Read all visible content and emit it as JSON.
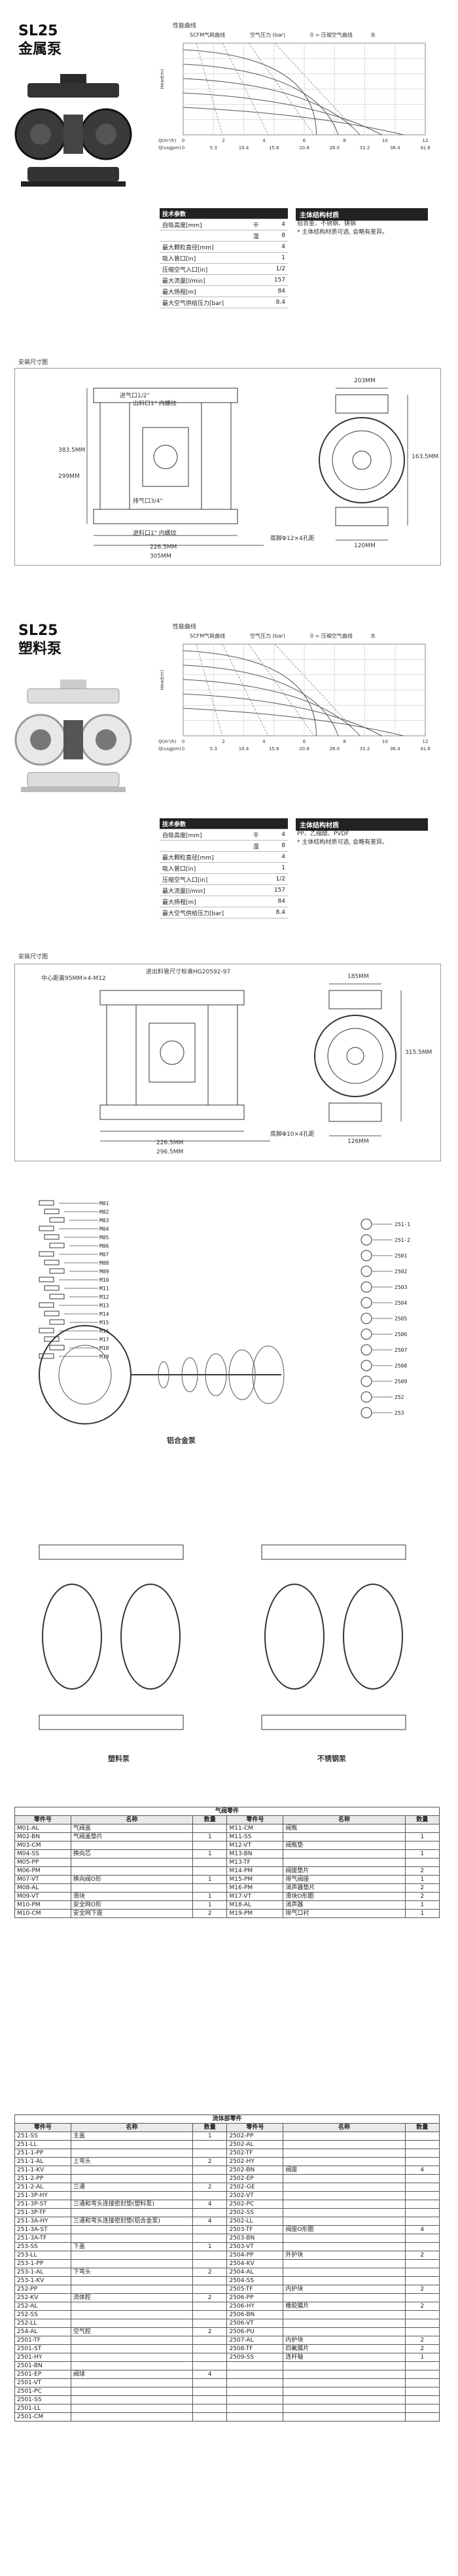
{
  "metal": {
    "model": "SL25",
    "name": "金属泵",
    "chart": {
      "title": "性能曲线",
      "legend": [
        "SCFM气耗曲线",
        "空气压力 (bar)",
        "0 = 压缩空气曲线",
        "水"
      ],
      "xlabel_top": "Q(m³/h)",
      "xlabel_bot": "Q(usgpm)",
      "x_ticks_top": [
        "0",
        "2",
        "4",
        "6",
        "8",
        "10",
        "12"
      ],
      "x_ticks_bot": [
        "0",
        "5.3",
        "10.4",
        "15.6",
        "20.8",
        "26.0",
        "31.2",
        "36.4",
        "41.6"
      ],
      "ylabel": "Head(m)"
    },
    "spec_title": "技术参数",
    "specs": [
      [
        "自吸高度[mm]",
        "干",
        "4"
      ],
      [
        "",
        "湿",
        "8"
      ],
      [
        "最大颗粒直径[mm]",
        "",
        "4"
      ],
      [
        "吸入管口[in]",
        "",
        "1"
      ],
      [
        "压缩空气入口[in]",
        "",
        "1/2"
      ],
      [
        "最大流量[l/min]",
        "",
        "157"
      ],
      [
        "最大扬程[m]",
        "",
        "84"
      ],
      [
        "最大空气供给压力[bar]",
        "",
        "8.4"
      ]
    ],
    "mat_title": "主体结构材质",
    "mat_text": [
      "铝合金、不锈钢、铸钢",
      "* 主体结构材质可选, 会略有差异。"
    ],
    "install_title": "安装尺寸图",
    "dims": [
      "299MM",
      "383.5MM",
      "163.5MM",
      "203MM",
      "226.5MM",
      "305MM",
      "120MM",
      "底脚Φ12×4孔距",
      "进气口1/2\"",
      "出料口1\" 内螺纹",
      "排气口3/4\"",
      "进料口1\" 内螺纹"
    ]
  },
  "plastic": {
    "model": "SL25",
    "name": "塑料泵",
    "chart": {
      "title": "性能曲线",
      "legend": [
        "SCFM气耗曲线",
        "空气压力 (bar)",
        "0 = 压缩空气曲线",
        "水"
      ],
      "xlabel_top": "Q(m³/h)",
      "xlabel_bot": "Q(usgpm)",
      "x_ticks_top": [
        "0",
        "2",
        "4",
        "6",
        "8",
        "10",
        "12"
      ],
      "x_ticks_bot": [
        "0",
        "5.3",
        "10.4",
        "15.6",
        "20.8",
        "26.0",
        "31.2",
        "36.4",
        "41.6"
      ],
      "ylabel": "Head(m)"
    },
    "spec_title": "技术参数",
    "specs": [
      [
        "自吸高度[mm]",
        "干",
        "4"
      ],
      [
        "",
        "湿",
        "8"
      ],
      [
        "最大颗粒直径[mm]",
        "",
        "4"
      ],
      [
        "吸入管口[in]",
        "",
        "1"
      ],
      [
        "压缩空气入口[in]",
        "",
        "1/2"
      ],
      [
        "最大流量[l/min]",
        "",
        "157"
      ],
      [
        "最大扬程[m]",
        "",
        "84"
      ],
      [
        "最大空气供给压力[bar]",
        "",
        "8.4"
      ]
    ],
    "mat_title": "主体结构材质",
    "mat_text": [
      "PP、乙缩醛、PVDF",
      "* 主体结构材质可选, 会略有差异。"
    ],
    "install_title": "安装尺寸图",
    "dims": [
      "中心距离95MM×4-M12",
      "进出料管尺寸标准HG20592-97",
      "315.5MM",
      "226.5MM",
      "296.5MM",
      "185MM",
      "126MM",
      "底脚Φ10×4孔距"
    ]
  },
  "exploded": {
    "labels_left": [
      "M01",
      "M02",
      "M03",
      "M04",
      "M05",
      "M06",
      "M07",
      "M08",
      "M09",
      "M10",
      "M11",
      "M12",
      "M13",
      "M14",
      "M15",
      "M16",
      "M17",
      "M18",
      "M19"
    ],
    "labels_right": [
      "251-1",
      "251-2",
      "2501",
      "2502",
      "2503",
      "2504",
      "2505",
      "2506",
      "2507",
      "2508",
      "2509",
      "252",
      "253"
    ],
    "caption_aluminum": "铝合金泵",
    "caption_plastic": "塑料泵",
    "caption_steel": "不锈钢泵"
  },
  "air_parts": {
    "title": "气阀零件",
    "headers": [
      "零件号",
      "名称",
      "数量",
      "零件号",
      "名称",
      "数量"
    ],
    "rows": [
      [
        "M01-AL",
        "气阀盖",
        "",
        "M11-CM",
        "阀瓶",
        ""
      ],
      [
        "M02-BN",
        "气阀盖垫片",
        "1",
        "M11-SS",
        "",
        "1"
      ],
      [
        "M03-CM",
        "",
        "",
        "M12-VT",
        "阀瓶垫",
        ""
      ],
      [
        "M04-SS",
        "换向芯",
        "1",
        "M13-BN",
        "",
        "1"
      ],
      [
        "M05-PP",
        "",
        "",
        "M13-TF",
        "",
        ""
      ],
      [
        "M06-PM",
        "",
        "",
        "M14-PM",
        "阀座垫片",
        "2"
      ],
      [
        "M07-VT",
        "换向阀O形",
        "1",
        "M15-PM",
        "排气阀座",
        "1"
      ],
      [
        "M08-AL",
        "",
        "",
        "M16-PM",
        "消声器垫片",
        "2"
      ],
      [
        "M09-VT",
        "滑块",
        "1",
        "M17-VT",
        "滑块O形圈",
        "2"
      ],
      [
        "M10-PM",
        "安全网O形",
        "1",
        "M18-AL",
        "消声器",
        "1"
      ],
      [
        "M10-CM",
        "安全网下座",
        "2",
        "M19-PM",
        "排气口衬",
        "1"
      ]
    ]
  },
  "fluid_parts": {
    "title": "流体部零件",
    "headers": [
      "零件号",
      "名称",
      "数量",
      "零件号",
      "名称",
      "数量"
    ],
    "rows": [
      [
        "251-SS",
        "主盖",
        "1",
        "2502-PP",
        "",
        ""
      ],
      [
        "251-LL",
        "",
        "",
        "2502-AL",
        "",
        ""
      ],
      [
        "251-1-PP",
        "",
        "",
        "2502-TF",
        "",
        ""
      ],
      [
        "251-1-AL",
        "上弯头",
        "2",
        "2502-HY",
        "",
        ""
      ],
      [
        "251-1-KV",
        "",
        "",
        "2502-BN",
        "阀座",
        "4"
      ],
      [
        "251-2-PP",
        "",
        "",
        "2502-EP",
        "",
        ""
      ],
      [
        "251-2-AL",
        "三通",
        "2",
        "2502-GE",
        "",
        ""
      ],
      [
        "251-3P-HY",
        "",
        "",
        "2502-VT",
        "",
        ""
      ],
      [
        "251-3P-ST",
        "三通和弯头连接密封垫(塑料泵)",
        "4",
        "2502-PC",
        "",
        ""
      ],
      [
        "251-3P-TF",
        "",
        "",
        "2502-SS",
        "",
        ""
      ],
      [
        "251-3A-HY",
        "三通和弯头连接密封垫(铝合金泵)",
        "4",
        "2502-LL",
        "",
        ""
      ],
      [
        "251-3A-ST",
        "",
        "",
        "2503-TF",
        "阀座O形圈",
        "4"
      ],
      [
        "251-3A-TF",
        "",
        "",
        "2503-BN",
        "",
        ""
      ],
      [
        "253-SS",
        "下盖",
        "1",
        "2503-VT",
        "",
        ""
      ],
      [
        "253-LL",
        "",
        "",
        "2504-PP",
        "外护块",
        "2"
      ],
      [
        "253-1-PP",
        "",
        "",
        "2504-KV",
        "",
        ""
      ],
      [
        "253-1-AL",
        "下弯头",
        "2",
        "2504-AL",
        "",
        ""
      ],
      [
        "253-1-KV",
        "",
        "",
        "2504-SS",
        "",
        ""
      ],
      [
        "252-PP",
        "",
        "",
        "2505-TF",
        "内护块",
        "2"
      ],
      [
        "252-KV",
        "流体腔",
        "2",
        "2506-PP",
        "",
        ""
      ],
      [
        "252-AL",
        "",
        "",
        "2506-HY",
        "橡胶膜片",
        "2"
      ],
      [
        "252-SS",
        "",
        "",
        "2506-BN",
        "",
        ""
      ],
      [
        "252-LL",
        "",
        "",
        "2506-VT",
        "",
        ""
      ],
      [
        "254-AL",
        "空气腔",
        "2",
        "2506-PU",
        "",
        ""
      ],
      [
        "2501-TF",
        "",
        "",
        "2507-AL",
        "内护块",
        "2"
      ],
      [
        "2501-ST",
        "",
        "",
        "2508-TF",
        "四氟膜片",
        "2"
      ],
      [
        "2501-HY",
        "",
        "",
        "2509-SS",
        "连杆轴",
        "1"
      ],
      [
        "2501-BN",
        "",
        "",
        "",
        "",
        ""
      ],
      [
        "2501-EP",
        "阀球",
        "4",
        "",
        "",
        ""
      ],
      [
        "2501-VT",
        "",
        "",
        "",
        "",
        ""
      ],
      [
        "2501-PC",
        "",
        "",
        "",
        "",
        ""
      ],
      [
        "2501-SS",
        "",
        "",
        "",
        "",
        ""
      ],
      [
        "2501-LL",
        "",
        "",
        "",
        "",
        ""
      ],
      [
        "2501-CM",
        "",
        "",
        "",
        "",
        ""
      ]
    ]
  }
}
